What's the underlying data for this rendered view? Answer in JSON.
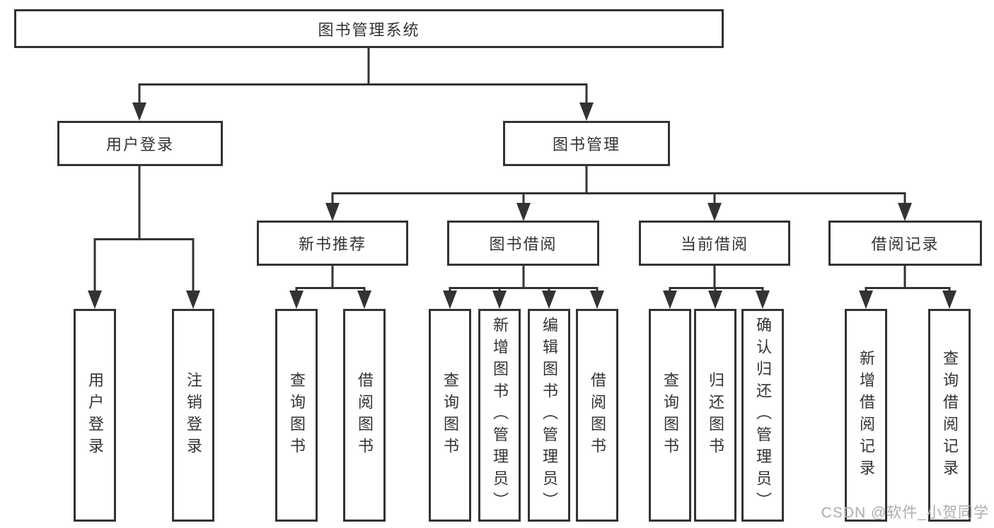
{
  "title": {
    "label": "图书管理系统"
  },
  "level2": [
    {
      "label": "用户登录"
    },
    {
      "label": "图书管理"
    }
  ],
  "level3": [
    {
      "label": "新书推荐"
    },
    {
      "label": "图书借阅"
    },
    {
      "label": "当前借阅"
    },
    {
      "label": "借阅记录"
    }
  ],
  "leaves": [
    {
      "label": "用户登录"
    },
    {
      "label": "注销登录"
    },
    {
      "label": "查询图书"
    },
    {
      "label": "借阅图书"
    },
    {
      "label": "查询图书"
    },
    {
      "label": "新增图书（管理员）"
    },
    {
      "label": "编辑图书（管理员）"
    },
    {
      "label": "借阅图书"
    },
    {
      "label": "查询图书"
    },
    {
      "label": "归还图书"
    },
    {
      "label": "确认归还（管理员）"
    },
    {
      "label": "新增借阅记录"
    },
    {
      "label": "查询借阅记录"
    }
  ],
  "watermark": {
    "text": "CSDN @软件_小贺同学"
  },
  "colors": {
    "line": "#333333",
    "text": "#333333",
    "bg": "#ffffff",
    "watermark": "#a9acb1"
  }
}
